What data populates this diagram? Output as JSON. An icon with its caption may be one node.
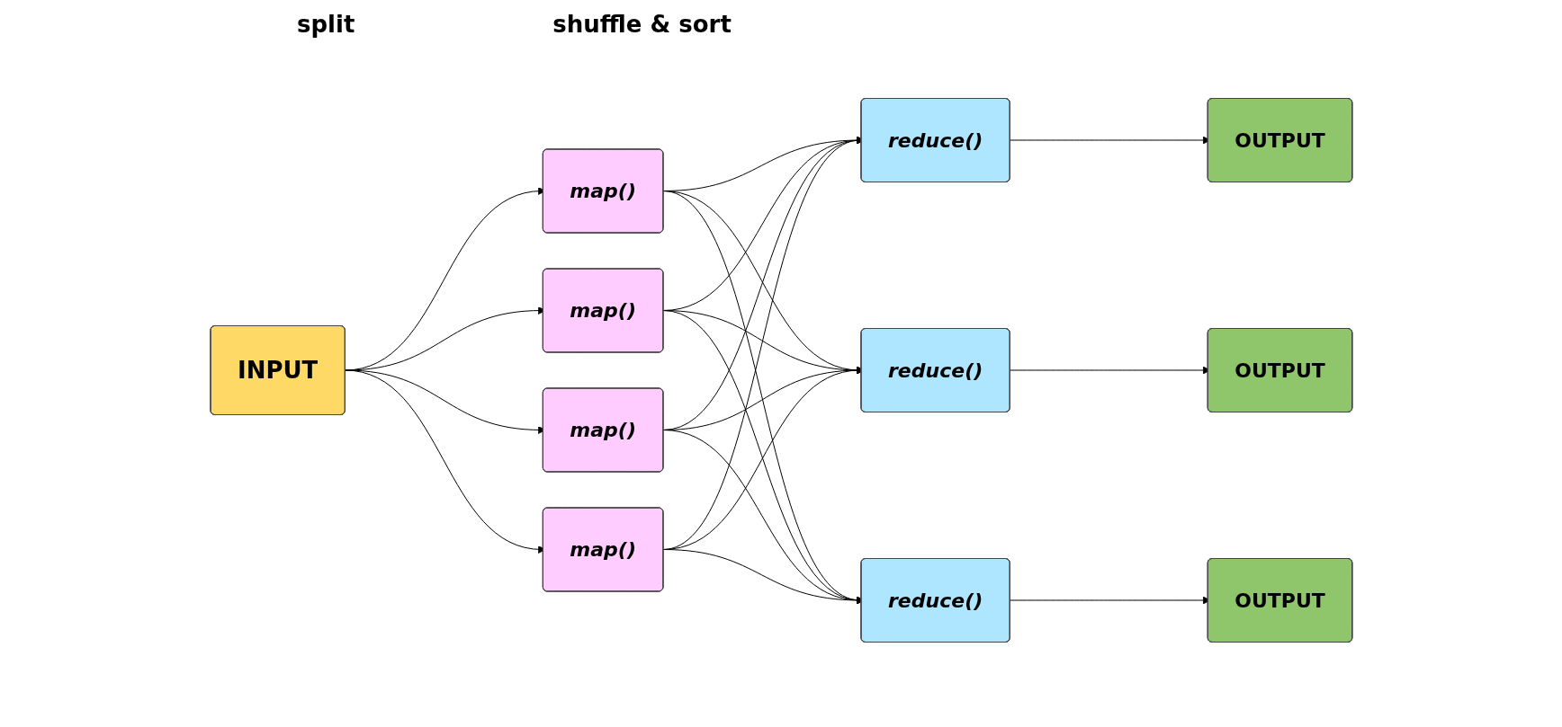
{
  "diagram": {
    "nodes": [
      {
        "text": [
          "INPUT"
        ]
      },
      {
        "text": [
          "map()"
        ]
      },
      {
        "text": [
          "map()"
        ]
      },
      {
        "text": [
          "map()"
        ]
      },
      {
        "text": [
          "map()"
        ]
      },
      {
        "text": [
          "reduce()"
        ]
      },
      {
        "text": [
          "reduce()"
        ]
      },
      {
        "text": [
          "reduce()"
        ]
      },
      {
        "text": [
          "OUTPUT"
        ]
      },
      {
        "text": [
          "OUTPUT"
        ]
      },
      {
        "text": [
          "OUTPUT"
        ]
      }
    ],
    "edges": [
      {
        "from": 0,
        "to": 1,
        "arrow": "to"
      },
      {
        "from": 0,
        "to": 2,
        "arrow": "to"
      },
      {
        "from": 0,
        "to": 3,
        "arrow": "to"
      },
      {
        "from": 0,
        "to": 4,
        "arrow": "to"
      },
      {
        "from": 1,
        "to": 5,
        "arrow": "to"
      },
      {
        "from": 1,
        "to": 6,
        "arrow": "to"
      },
      {
        "from": 1,
        "to": 7,
        "arrow": "to"
      },
      {
        "from": 2,
        "to": 5,
        "arrow": "to"
      },
      {
        "from": 2,
        "to": 6,
        "arrow": "to"
      },
      {
        "from": 2,
        "to": 7,
        "arrow": "to"
      },
      {
        "from": 3,
        "to": 5,
        "arrow": "to"
      },
      {
        "from": 3,
        "to": 6,
        "arrow": "to"
      },
      {
        "from": 3,
        "to": 7,
        "arrow": "to"
      },
      {
        "from": 4,
        "to": 5,
        "arrow": "to"
      },
      {
        "from": 4,
        "to": 6,
        "arrow": "to"
      },
      {
        "from": 4,
        "to": 7,
        "arrow": "to"
      },
      {
        "from": 5,
        "to": 8,
        "arrow": "to"
      },
      {
        "from": 6,
        "to": 9,
        "arrow": "to"
      },
      {
        "from": 7,
        "to": 10,
        "arrow": "to"
      }
    ],
    "labels": [
      "split",
      "shuffle & sort"
    ]
  }
}
